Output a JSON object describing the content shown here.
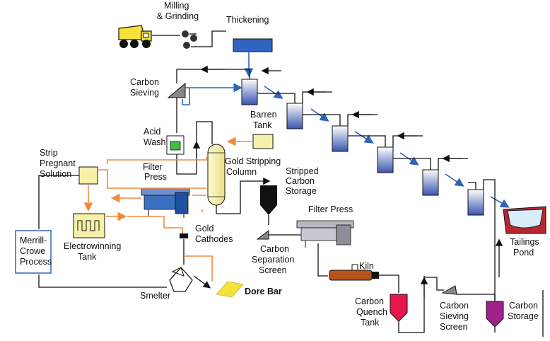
{
  "labels": {
    "milling": [
      "Milling",
      "& Grinding"
    ],
    "thickening": "Thickening",
    "carbon_sieving_top": [
      "Carbon",
      "Sieving"
    ],
    "acid_wash": [
      "Acid",
      "Wash"
    ],
    "barren_tank": [
      "Barren",
      "Tank"
    ],
    "strip_solution": [
      "Strip",
      "Pregnant",
      "Solution"
    ],
    "filter_press_left": [
      "Filter",
      "Press"
    ],
    "gold_stripping": [
      "Gold Stripping",
      "Column"
    ],
    "stripped_storage": [
      "Stripped",
      "Carbon",
      "Storage"
    ],
    "filter_press_right": "Filter Press",
    "electrowinning": [
      "Electrowinning",
      "Tank"
    ],
    "gold_cathodes": [
      "Gold",
      "Cathodes"
    ],
    "merrill_crowe": [
      "Merrill-",
      "Crowe",
      "Process"
    ],
    "carbon_separation": [
      "Carbon",
      "Separation",
      "Screen"
    ],
    "smelter": "Smelter",
    "dore_bar": "Dore Bar",
    "kiln": "Kiln",
    "tailings": [
      "Tailings",
      "Pond"
    ],
    "carbon_quench": [
      "Carbon",
      "Quench",
      "Tank"
    ],
    "carbon_sieving_bottom": [
      "Carbon",
      "Sieving",
      "Screen"
    ],
    "carbon_storage": [
      "Carbon",
      "Storage"
    ]
  },
  "colors": {
    "truck": "#f5e13a",
    "thickener": "#2f64c0",
    "leach_tank_top": "#ffffff",
    "leach_tank_bottom": "#3a55b0",
    "flow_blue": "#2e63b8",
    "flow_orange": "#f28a3c",
    "acid_wash": "#3cbf3c",
    "barren_tank": "#f6f0a8",
    "column": "#f7f3b0",
    "filter_press": "#3a6fc2",
    "kiln": "#b5541d",
    "quench": "#e8174a",
    "storage": "#a0208c",
    "tailings": "#b52830",
    "dore": "#f5e13a"
  }
}
